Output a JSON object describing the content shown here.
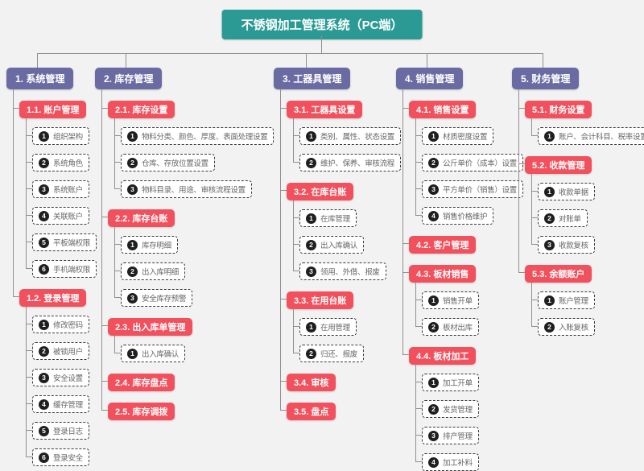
{
  "title": "不锈钢加工管理系统（PC端）",
  "colors": {
    "title_bg": "#2b9a94",
    "branch_bg": "#6a6ba3",
    "subnode_bg": "#f2505d",
    "leaf_border": "#3a3a3a",
    "connector": "#8f8f8f",
    "background": "#f2f2f3"
  },
  "branches": [
    {
      "label": "1. 系统管理",
      "children": [
        {
          "label": "1.1. 账户管理",
          "children": [
            {
              "num": "1",
              "label": "组织架构"
            },
            {
              "num": "2",
              "label": "系统角色"
            },
            {
              "num": "3",
              "label": "系统账户"
            },
            {
              "num": "4",
              "label": "关联账户"
            },
            {
              "num": "5",
              "label": "平板端权限"
            },
            {
              "num": "6",
              "label": "手机端权限"
            }
          ]
        },
        {
          "label": "1.2. 登录管理",
          "children": [
            {
              "num": "1",
              "label": "修改密码"
            },
            {
              "num": "2",
              "label": "被锁用户"
            },
            {
              "num": "3",
              "label": "安全设置"
            },
            {
              "num": "4",
              "label": "缓存管理"
            },
            {
              "num": "5",
              "label": "登录日志"
            },
            {
              "num": "6",
              "label": "登录安全"
            }
          ]
        }
      ]
    },
    {
      "label": "2. 库存管理",
      "children": [
        {
          "label": "2.1. 库存设置",
          "children": [
            {
              "num": "1",
              "label": "物料分类、颜色、厚度、表面处理设置"
            },
            {
              "num": "2",
              "label": "仓库、存放位置设置"
            },
            {
              "num": "3",
              "label": "物料目录、用途、审核流程设置"
            }
          ]
        },
        {
          "label": "2.2. 库存台账",
          "children": [
            {
              "num": "1",
              "label": "库存明细"
            },
            {
              "num": "2",
              "label": "出入库明细"
            },
            {
              "num": "3",
              "label": "安全库存预警"
            }
          ]
        },
        {
          "label": "2.3. 出入库单管理",
          "children": [
            {
              "num": "1",
              "label": "出入库确认"
            }
          ]
        },
        {
          "label": "2.4. 库存盘点",
          "children": []
        },
        {
          "label": "2.5. 库存调拨",
          "children": []
        }
      ]
    },
    {
      "label": "3. 工器具管理",
      "children": [
        {
          "label": "3.1. 工器具设置",
          "children": [
            {
              "num": "1",
              "label": "类别、属性、状态设置"
            },
            {
              "num": "2",
              "label": "维护、保养、审核流程"
            }
          ]
        },
        {
          "label": "3.2. 在库台账",
          "children": [
            {
              "num": "1",
              "label": "在库管理"
            },
            {
              "num": "2",
              "label": "出入库确认"
            },
            {
              "num": "3",
              "label": "领用、外借、报废"
            }
          ]
        },
        {
          "label": "3.3. 在用台账",
          "children": [
            {
              "num": "1",
              "label": "在用管理"
            },
            {
              "num": "2",
              "label": "归还、报废"
            }
          ]
        },
        {
          "label": "3.4. 审核",
          "children": []
        },
        {
          "label": "3.5. 盘点",
          "children": []
        }
      ]
    },
    {
      "label": "4. 销售管理",
      "children": [
        {
          "label": "4.1. 销售设置",
          "children": [
            {
              "num": "1",
              "label": "材质密度设置"
            },
            {
              "num": "2",
              "label": "公斤单价（成本）设置"
            },
            {
              "num": "3",
              "label": "平方单价（销售）设置"
            },
            {
              "num": "4",
              "label": "销售价格维护"
            }
          ]
        },
        {
          "label": "4.2. 客户管理",
          "children": []
        },
        {
          "label": "4.3. 板材销售",
          "children": [
            {
              "num": "1",
              "label": "销售开单"
            },
            {
              "num": "2",
              "label": "板材出库"
            }
          ]
        },
        {
          "label": "4.4. 板材加工",
          "children": [
            {
              "num": "1",
              "label": "加工开单"
            },
            {
              "num": "2",
              "label": "发货管理"
            },
            {
              "num": "3",
              "label": "排产管理"
            },
            {
              "num": "4",
              "label": "加工补料"
            }
          ]
        }
      ]
    },
    {
      "label": "5. 财务管理",
      "children": [
        {
          "label": "5.1. 财务设置",
          "children": [
            {
              "num": "1",
              "label": "账户、会计科目、税率设置"
            }
          ]
        },
        {
          "label": "5.2. 收款管理",
          "children": [
            {
              "num": "1",
              "label": "收款单据"
            },
            {
              "num": "2",
              "label": "对账单"
            },
            {
              "num": "3",
              "label": "收款复核"
            }
          ]
        },
        {
          "label": "5.3. 余额账户",
          "children": [
            {
              "num": "1",
              "label": "账户管理"
            },
            {
              "num": "2",
              "label": "入账复核"
            }
          ]
        }
      ]
    }
  ]
}
